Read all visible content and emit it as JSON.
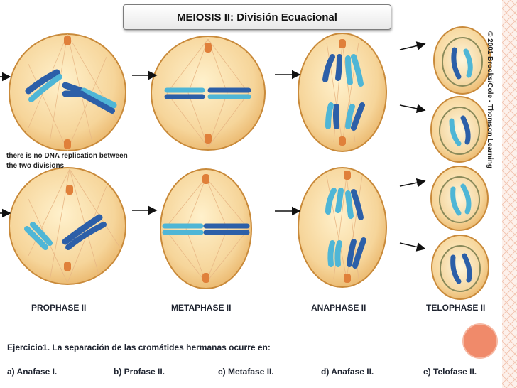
{
  "title": "MEIOSIS II: División Ecuacional",
  "credit": "© 2001 Brooks/Cole - Thomson Learning",
  "note": "there is no DNA replication between the two divisions",
  "stages": [
    "PROPHASE II",
    "METAPHASE II",
    "ANAPHASE II",
    "TELOPHASE II"
  ],
  "question": "Ejercicio1.  La separación de las cromátides hermanas ocurre en:",
  "options": [
    "a) Anafase I.",
    "b) Profase II.",
    "c) Metafase II.",
    "d) Anafase  II.",
    "e) Telofase II."
  ],
  "colors": {
    "cell_fill": "#f6d59a",
    "cell_outline": "#c98a3a",
    "chromosome_light": "#4fb6d6",
    "chromosome_dark": "#2c5fa8",
    "centrosome": "#e0803a",
    "arrow": "#111111",
    "accent_circle": "#f08a6a"
  }
}
